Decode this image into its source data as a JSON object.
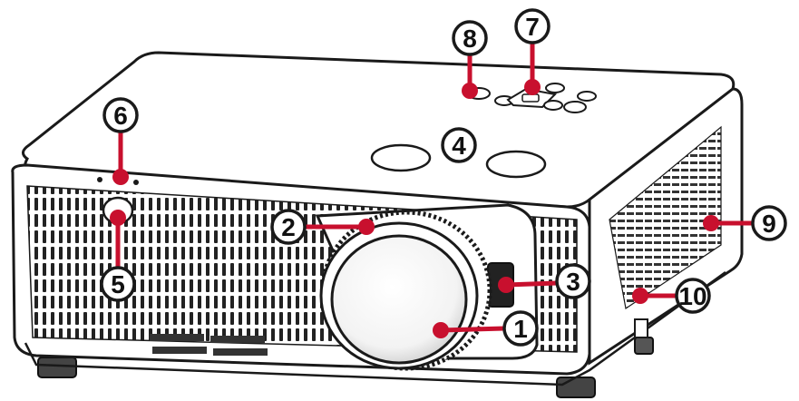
{
  "diagram": {
    "subject": "projector-front-view",
    "colors": {
      "leader": "#c8102e",
      "outline": "#1a1a1a",
      "body_fill": "#ffffff",
      "shade": "#e8e8e8",
      "dark_part": "#222222"
    },
    "callouts": [
      {
        "id": "1",
        "label": "1"
      },
      {
        "id": "2",
        "label": "2"
      },
      {
        "id": "3",
        "label": "3"
      },
      {
        "id": "4",
        "label": "4"
      },
      {
        "id": "5",
        "label": "5"
      },
      {
        "id": "6",
        "label": "6"
      },
      {
        "id": "7",
        "label": "7"
      },
      {
        "id": "8",
        "label": "8"
      },
      {
        "id": "9",
        "label": "9"
      },
      {
        "id": "10",
        "label": "10"
      }
    ]
  }
}
